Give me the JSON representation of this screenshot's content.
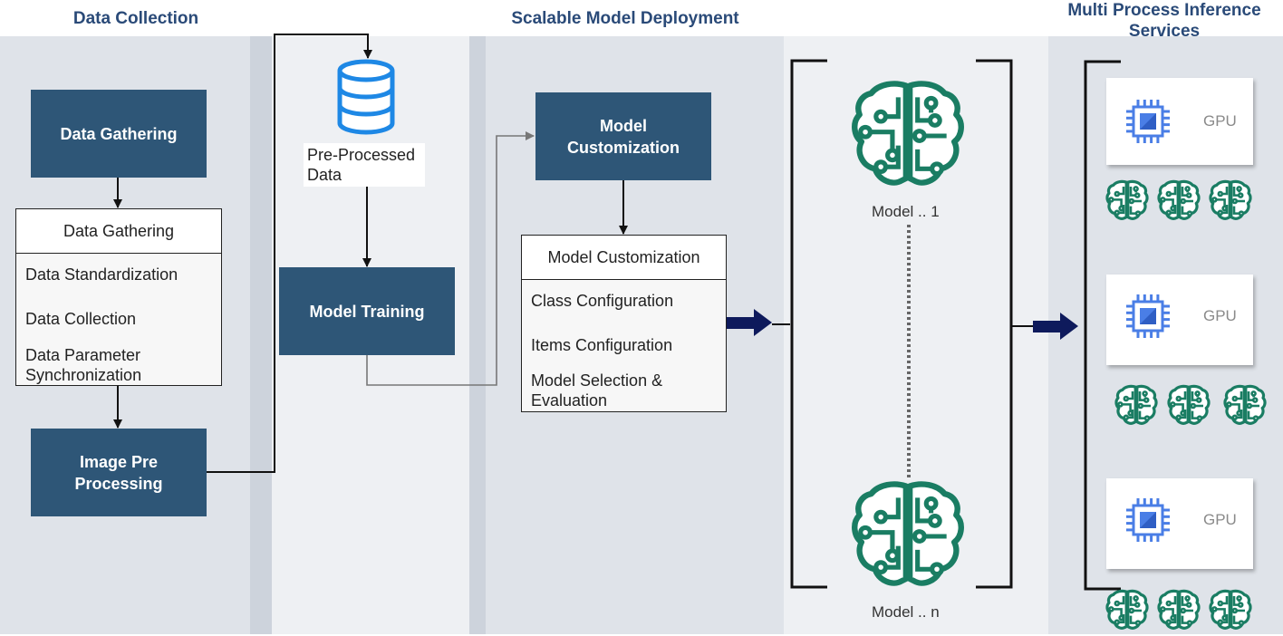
{
  "sections": {
    "data_collection": "Data Collection",
    "scalable_model_deployment": "Scalable Model Deployment",
    "multi_process_inference": "Multi Process Inference Services"
  },
  "data_collection": {
    "gathering_box": "Data Gathering",
    "list": {
      "header": "Data Gathering",
      "items": [
        "Data Standardization",
        "Data Collection",
        "Data Parameter Synchronization"
      ]
    },
    "image_pre_processing": "Image Pre Processing"
  },
  "training": {
    "database_label": "Pre-Processed Data",
    "model_training": "Model Training"
  },
  "deployment": {
    "customization_box": "Model Customization",
    "list": {
      "header": "Model Customization",
      "items": [
        "Class Configuration",
        "Items Configuration",
        "Model Selection & Evaluation"
      ]
    }
  },
  "models": {
    "first": "Model .. 1",
    "last": "Model .. n"
  },
  "inference": {
    "gpu_label": "GPU",
    "gpu_count": 3,
    "workers_per_gpu": 3
  },
  "colors": {
    "dark_box": "#2e5677",
    "title_blue": "#2a4a78",
    "brain_green": "#1a7d63",
    "chip_blue": "#4a7ee6",
    "arrow_navy": "#0e1a5c"
  }
}
